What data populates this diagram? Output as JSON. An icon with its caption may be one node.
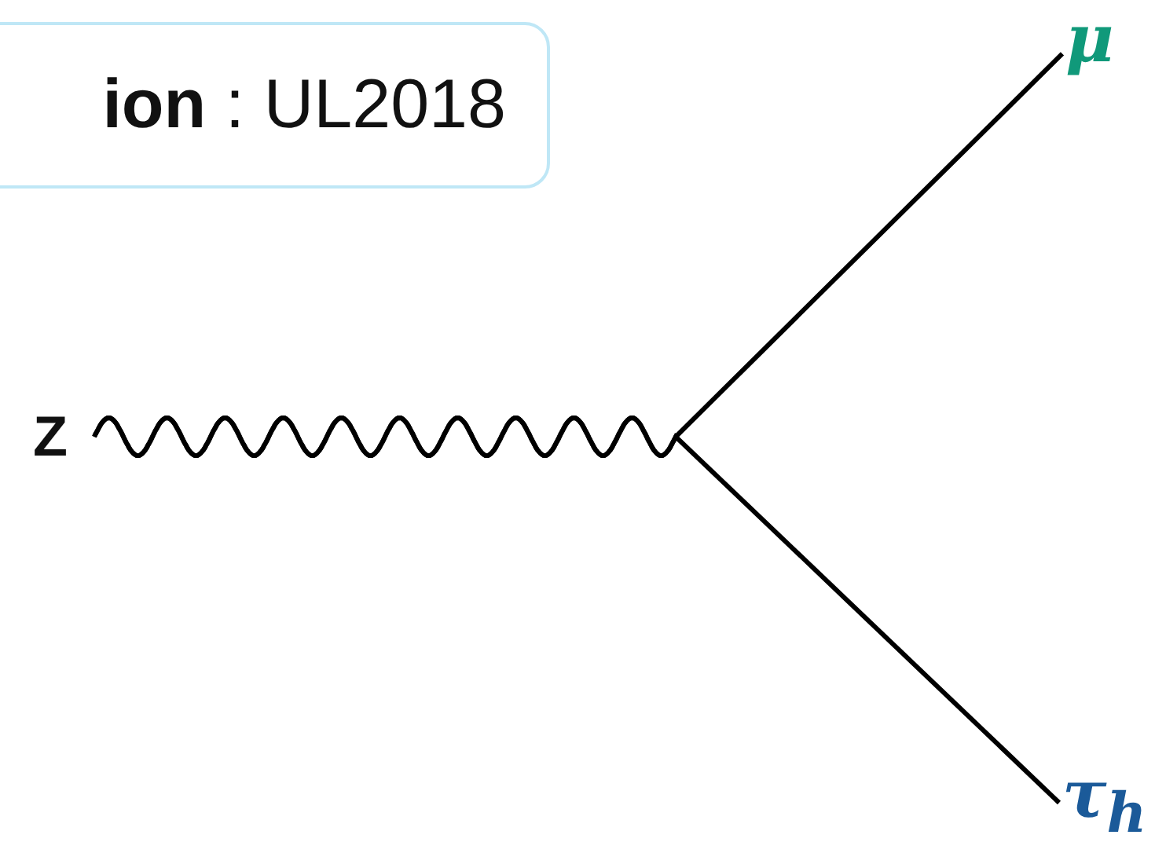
{
  "diagram": {
    "nodes": [
      {
        "text": [
          "**ion** : UL2018"
        ]
      },
      {
        "text": [
          "Z"
        ]
      },
      {
        "text": [
          "μ"
        ]
      },
      {
        "text": [
          "τ$_{h}$"
        ]
      }
    ],
    "edges": [
      {
        "from": 1,
        "to": 2,
        "arrow": "none"
      },
      {
        "from": 1,
        "to": 3,
        "arrow": "none"
      }
    ]
  }
}
